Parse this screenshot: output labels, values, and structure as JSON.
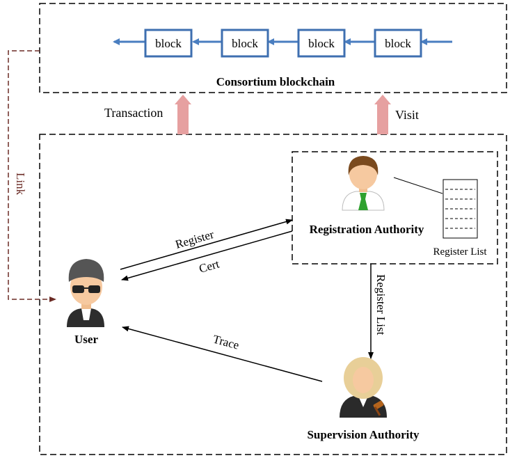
{
  "blockchain": {
    "title": "Consortium blockchain",
    "blocks": [
      "block",
      "block",
      "block",
      "block"
    ]
  },
  "arrows": {
    "transaction": "Transaction",
    "visit": "Visit",
    "link": "Link",
    "register": "Register",
    "cert": "Cert",
    "register_list": "Register List",
    "trace": "Trace"
  },
  "actors": {
    "user": "User",
    "registration_authority": "Registration Authority",
    "supervision_authority": "Supervision Authority"
  },
  "register_list_label": "Register List",
  "colors": {
    "chain_arrow": "#4a7ec0",
    "block_border": "#3e6fb0",
    "up_arrow": "#e6a0a0",
    "link_arrow": "#6b2b25",
    "skin": "#f6c9a0",
    "hair_brown": "#7a4a1e",
    "tie_green": "#2fa12f",
    "judge_wig": "#e8cf98"
  }
}
